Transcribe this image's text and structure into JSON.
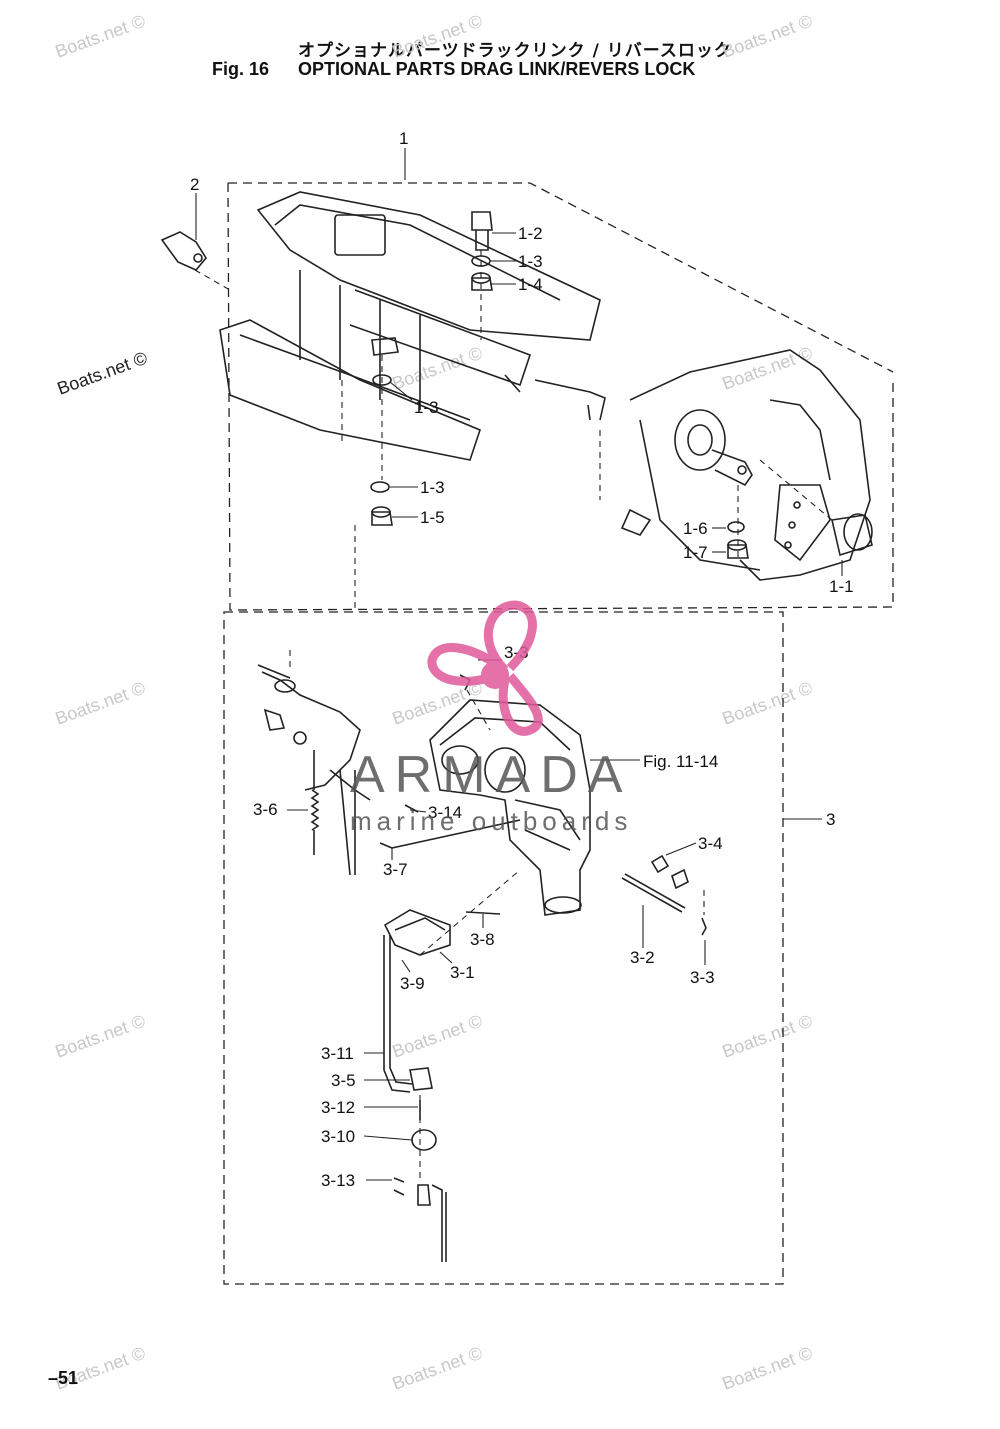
{
  "header": {
    "japanese_title": "オプショナルパーツドラックリンク / リバースロック",
    "figure_number": "Fig. 16",
    "title": "OPTIONAL PARTS DRAG LINK/REVERS LOCK"
  },
  "page_number": "51",
  "logo": {
    "name": "ARMADA",
    "tagline": "marine outboards",
    "accent_color": "#e05a9a",
    "dark_color": "#555555"
  },
  "watermark": "Boats.net ©",
  "callouts": {
    "c1": "1",
    "c2": "2",
    "c1_2": "1-2",
    "c1_3a": "1-3",
    "c1_4": "1-4",
    "c1_3b": "1-3",
    "c1_3c": "1-3",
    "c1_5": "1-5",
    "c1_6": "1-6",
    "c1_7": "1-7",
    "c1_1": "1-1",
    "c3_3a": "3-3",
    "fig_ref": "Fig. 11-14",
    "c3": "3",
    "c3_6": "3-6",
    "c3_14": "3-14",
    "c3_7": "3-7",
    "c3_4": "3-4",
    "c3_8": "3-8",
    "c3_1": "3-1",
    "c3_9": "3-9",
    "c3_2": "3-2",
    "c3_3b": "3-3",
    "c3_11": "3-11",
    "c3_5": "3-5",
    "c3_12": "3-12",
    "c3_10": "3-10",
    "c3_13": "3-13"
  }
}
